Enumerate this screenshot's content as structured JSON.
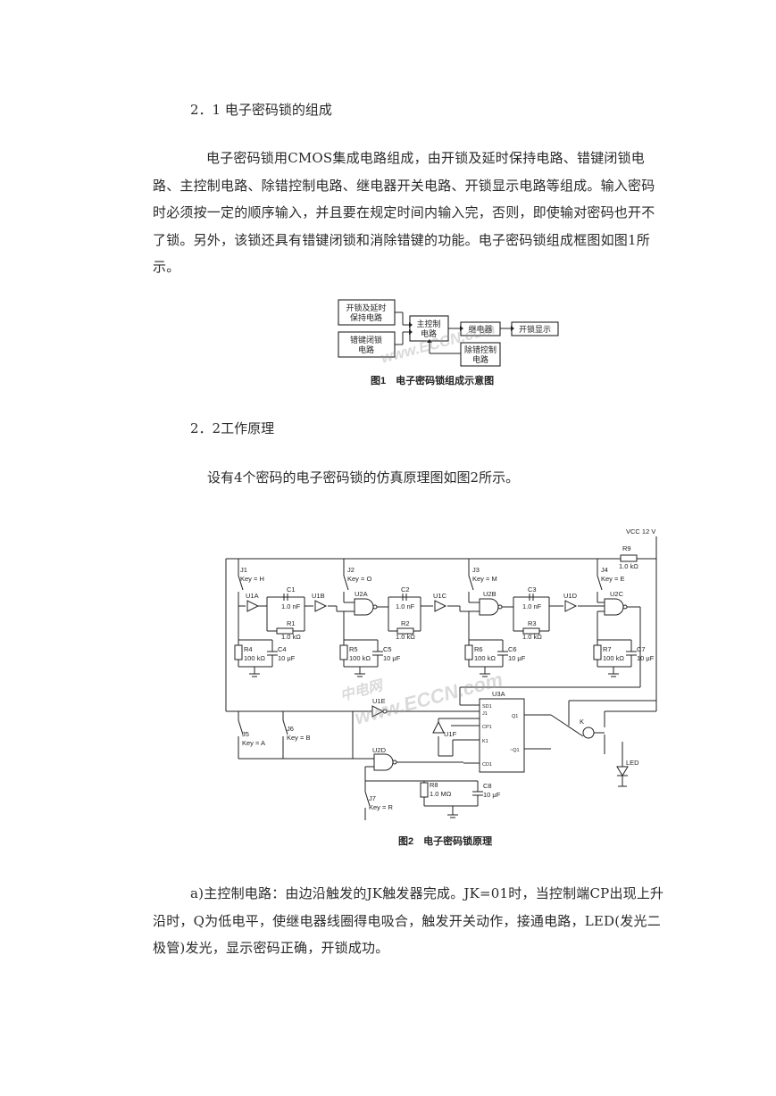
{
  "section_2_1": {
    "heading": "2．1 电子密码锁的组成"
  },
  "intro": {
    "paragraph": "电子密码锁用CMOS集成电路组成，由开锁及延时保持电路、错键闭锁电路、主控制电路、除错控制电路、继电器开关电路、开锁显示电路等组成。输入密码时必须按一定的顺序输入，并且要在规定时间内输入完，否则，即使输对密码也开不了锁。另外，该锁还具有错键闭锁和消除错键的功能。电子密码锁组成框图如图1所示。"
  },
  "figure1": {
    "caption": "图1　电子密码锁组成示意图",
    "blocks": {
      "unlock_delay": [
        "开锁及延时",
        "保持电路"
      ],
      "error_lock": [
        "错键闭锁",
        "电路"
      ],
      "main_control": [
        "主控制",
        "电路"
      ],
      "relay": "继电器",
      "unlock_display": "开锁显示",
      "error_clear": [
        "除错控制",
        "电路"
      ]
    },
    "watermark": "www.ECCN.com"
  },
  "section_2_2": {
    "heading": "2．2工作原理"
  },
  "figure2_intro": "设有4个密码的电子密码锁的仿真原理图如图2所示。",
  "figure2": {
    "caption": "图2　电子密码锁原理",
    "watermark_cn": "中电网",
    "watermark": "www.ECCN.com",
    "vcc": "VCC 12 V",
    "r9": "R9",
    "r9_val": "1.0 kΩ",
    "switches": {
      "j1": "J1",
      "j1_key": "Key = H",
      "j2": "J2",
      "j2_key": "Key = O",
      "j3": "J3",
      "j3_key": "Key = M",
      "j4": "J4",
      "j4_key": "Key = E",
      "j5": "J5",
      "j5_key": "Key = A",
      "j6": "J6",
      "j6_key": "Key = B",
      "j7": "J7",
      "j7_key": "Key = R"
    },
    "gates": {
      "u1a": "U1A",
      "u1b": "U1B",
      "u1c": "U1C",
      "u1d": "U1D",
      "u1e": "U1E",
      "u1f": "U1F",
      "u2a": "U2A",
      "u2b": "U2B",
      "u2c": "U2C",
      "u2d": "U2D",
      "u3a": "U3A"
    },
    "caps_top": {
      "c1": "C1",
      "c1_val": "1.0 nF",
      "c2": "C2",
      "c2_val": "1.0 nF",
      "c3": "C3",
      "c3_val": "1.0 nF"
    },
    "res_top": {
      "r1": "R1",
      "r1_val": "1.0 kΩ",
      "r2": "R2",
      "r2_val": "1.0 kΩ",
      "r3": "R3",
      "r3_val": "1.0 kΩ"
    },
    "lower": {
      "r4": "R4",
      "r4_val": "100 kΩ",
      "c4": "C4",
      "c4_val": "10 μF",
      "r5": "R5",
      "r5_val": "100 kΩ",
      "c5": "C5",
      "c5_val": "10 μF",
      "r6": "R6",
      "r6_val": "100 kΩ",
      "c6": "C6",
      "c6_val": "10 μF",
      "r7": "R7",
      "r7_val": "100 kΩ",
      "c7": "C7",
      "c7_val": "10 μF"
    },
    "ff_pins": {
      "sd": "SD1",
      "j": "J1",
      "cp": "CP1",
      "k": "K1",
      "cd": "CD1",
      "q": "Q1",
      "qn": "~Q1"
    },
    "relay_k": "K",
    "led": "LED",
    "r8": "R8",
    "r8_val": "1.0 MΩ",
    "c8": "C8",
    "c8_val": "10 μF"
  },
  "para_a": {
    "text": "a)主控制电路：由边沿触发的JK触发器完成。JK=01时，当控制端CP出现上升沿时，Q为低电平，使继电器线圈得电吸合，触发开关动作，接通电路，LED(发光二极管)发光，显示密码正确，开锁成功。"
  }
}
